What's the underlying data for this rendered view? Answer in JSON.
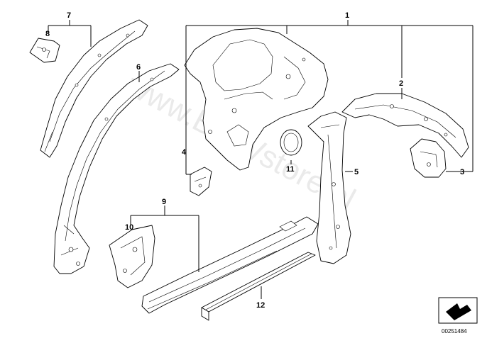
{
  "diagram": {
    "callouts": [
      {
        "id": "1",
        "text": "1"
      },
      {
        "id": "2",
        "text": "2"
      },
      {
        "id": "3",
        "text": "3"
      },
      {
        "id": "4",
        "text": "4"
      },
      {
        "id": "5",
        "text": "5"
      },
      {
        "id": "6",
        "text": "6"
      },
      {
        "id": "7",
        "text": "7"
      },
      {
        "id": "8",
        "text": "8"
      },
      {
        "id": "9",
        "text": "9"
      },
      {
        "id": "10",
        "text": "10"
      },
      {
        "id": "11",
        "text": "11"
      },
      {
        "id": "12",
        "text": "12"
      }
    ],
    "watermark": "www.BMWstore.pl",
    "reference_number": "00251484",
    "nav_icon": "arrow-icon"
  }
}
